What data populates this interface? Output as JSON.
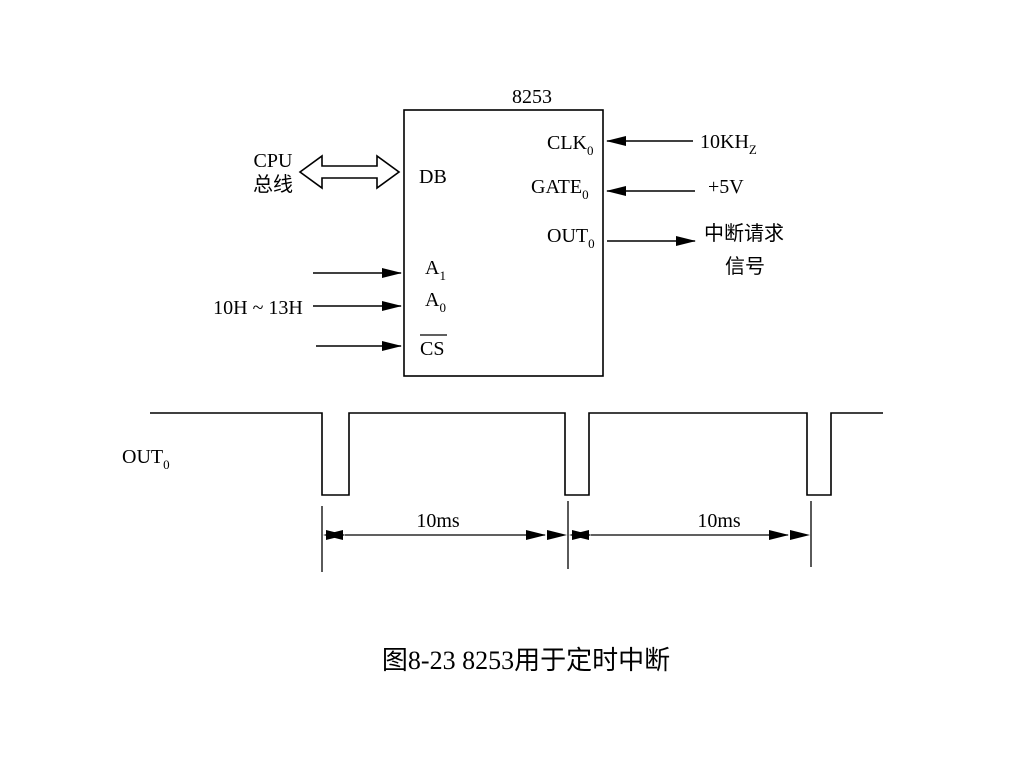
{
  "chip": {
    "name": "8253",
    "pins_right": [
      {
        "main": "CLK",
        "sub": "0"
      },
      {
        "main": "GATE",
        "sub": "0"
      },
      {
        "main": "OUT",
        "sub": "0"
      }
    ],
    "pins_left": {
      "db": "DB",
      "a1_main": "A",
      "a1_sub": "1",
      "a0_main": "A",
      "a0_sub": "0",
      "cs": "CS"
    }
  },
  "inputs": {
    "clk_source_main": "10KH",
    "clk_source_sub": "Z",
    "gate_source": "+5V",
    "interrupt_line1": "中断请求",
    "interrupt_line2": "信号",
    "cpu_bus_line1": "CPU",
    "cpu_bus_line2": "总线",
    "address_range": "10H ~ 13H"
  },
  "waveform": {
    "signal_main": "OUT",
    "signal_sub": "0",
    "period_labels": [
      "10ms",
      "10ms"
    ]
  },
  "caption": "图8-23 8253用于定时中断"
}
